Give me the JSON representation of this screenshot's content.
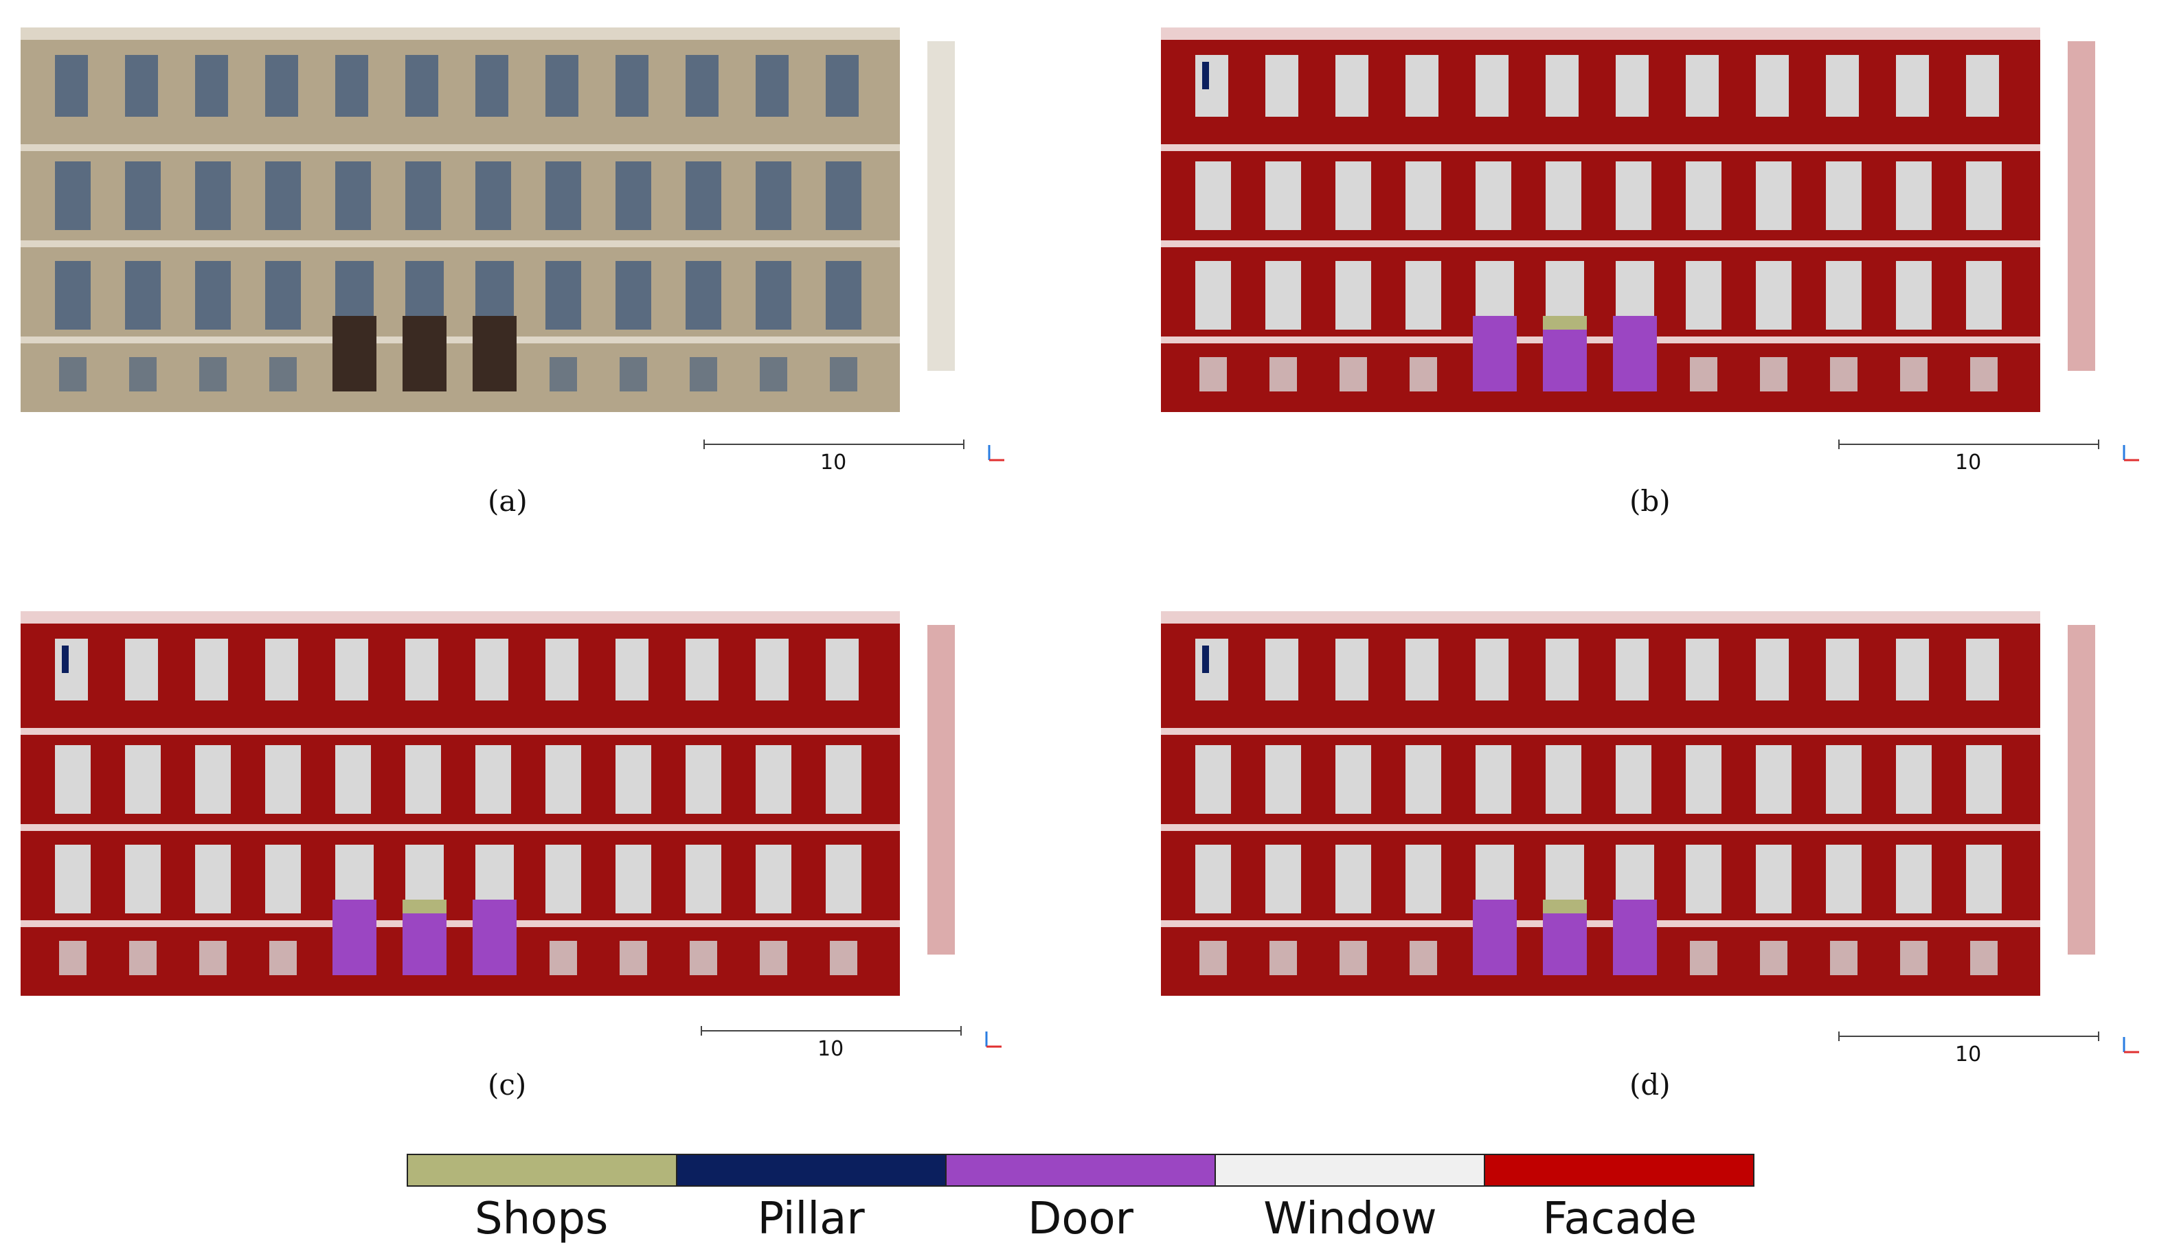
{
  "panels": [
    {
      "caption": "(a)",
      "scale_label": "10",
      "style": "photo"
    },
    {
      "caption": "(b)",
      "scale_label": "10",
      "style": "seg"
    },
    {
      "caption": "(c)",
      "scale_label": "10",
      "style": "seg"
    },
    {
      "caption": "(d)",
      "scale_label": "10",
      "style": "seg"
    }
  ],
  "legend": [
    {
      "label": "Shops",
      "color": "#b2b57a"
    },
    {
      "label": "Pillar",
      "color": "#0b1f5e"
    },
    {
      "label": "Door",
      "color": "#9b46c2"
    },
    {
      "label": "Window",
      "color": "#f0f0f0"
    },
    {
      "label": "Facade",
      "color": "#c00000"
    }
  ],
  "colors": {
    "photo_wall": "#b3a58a",
    "photo_window": "#5a6b80",
    "seg_wall": "#9c1010",
    "seg_window": "#d8d8d8"
  }
}
